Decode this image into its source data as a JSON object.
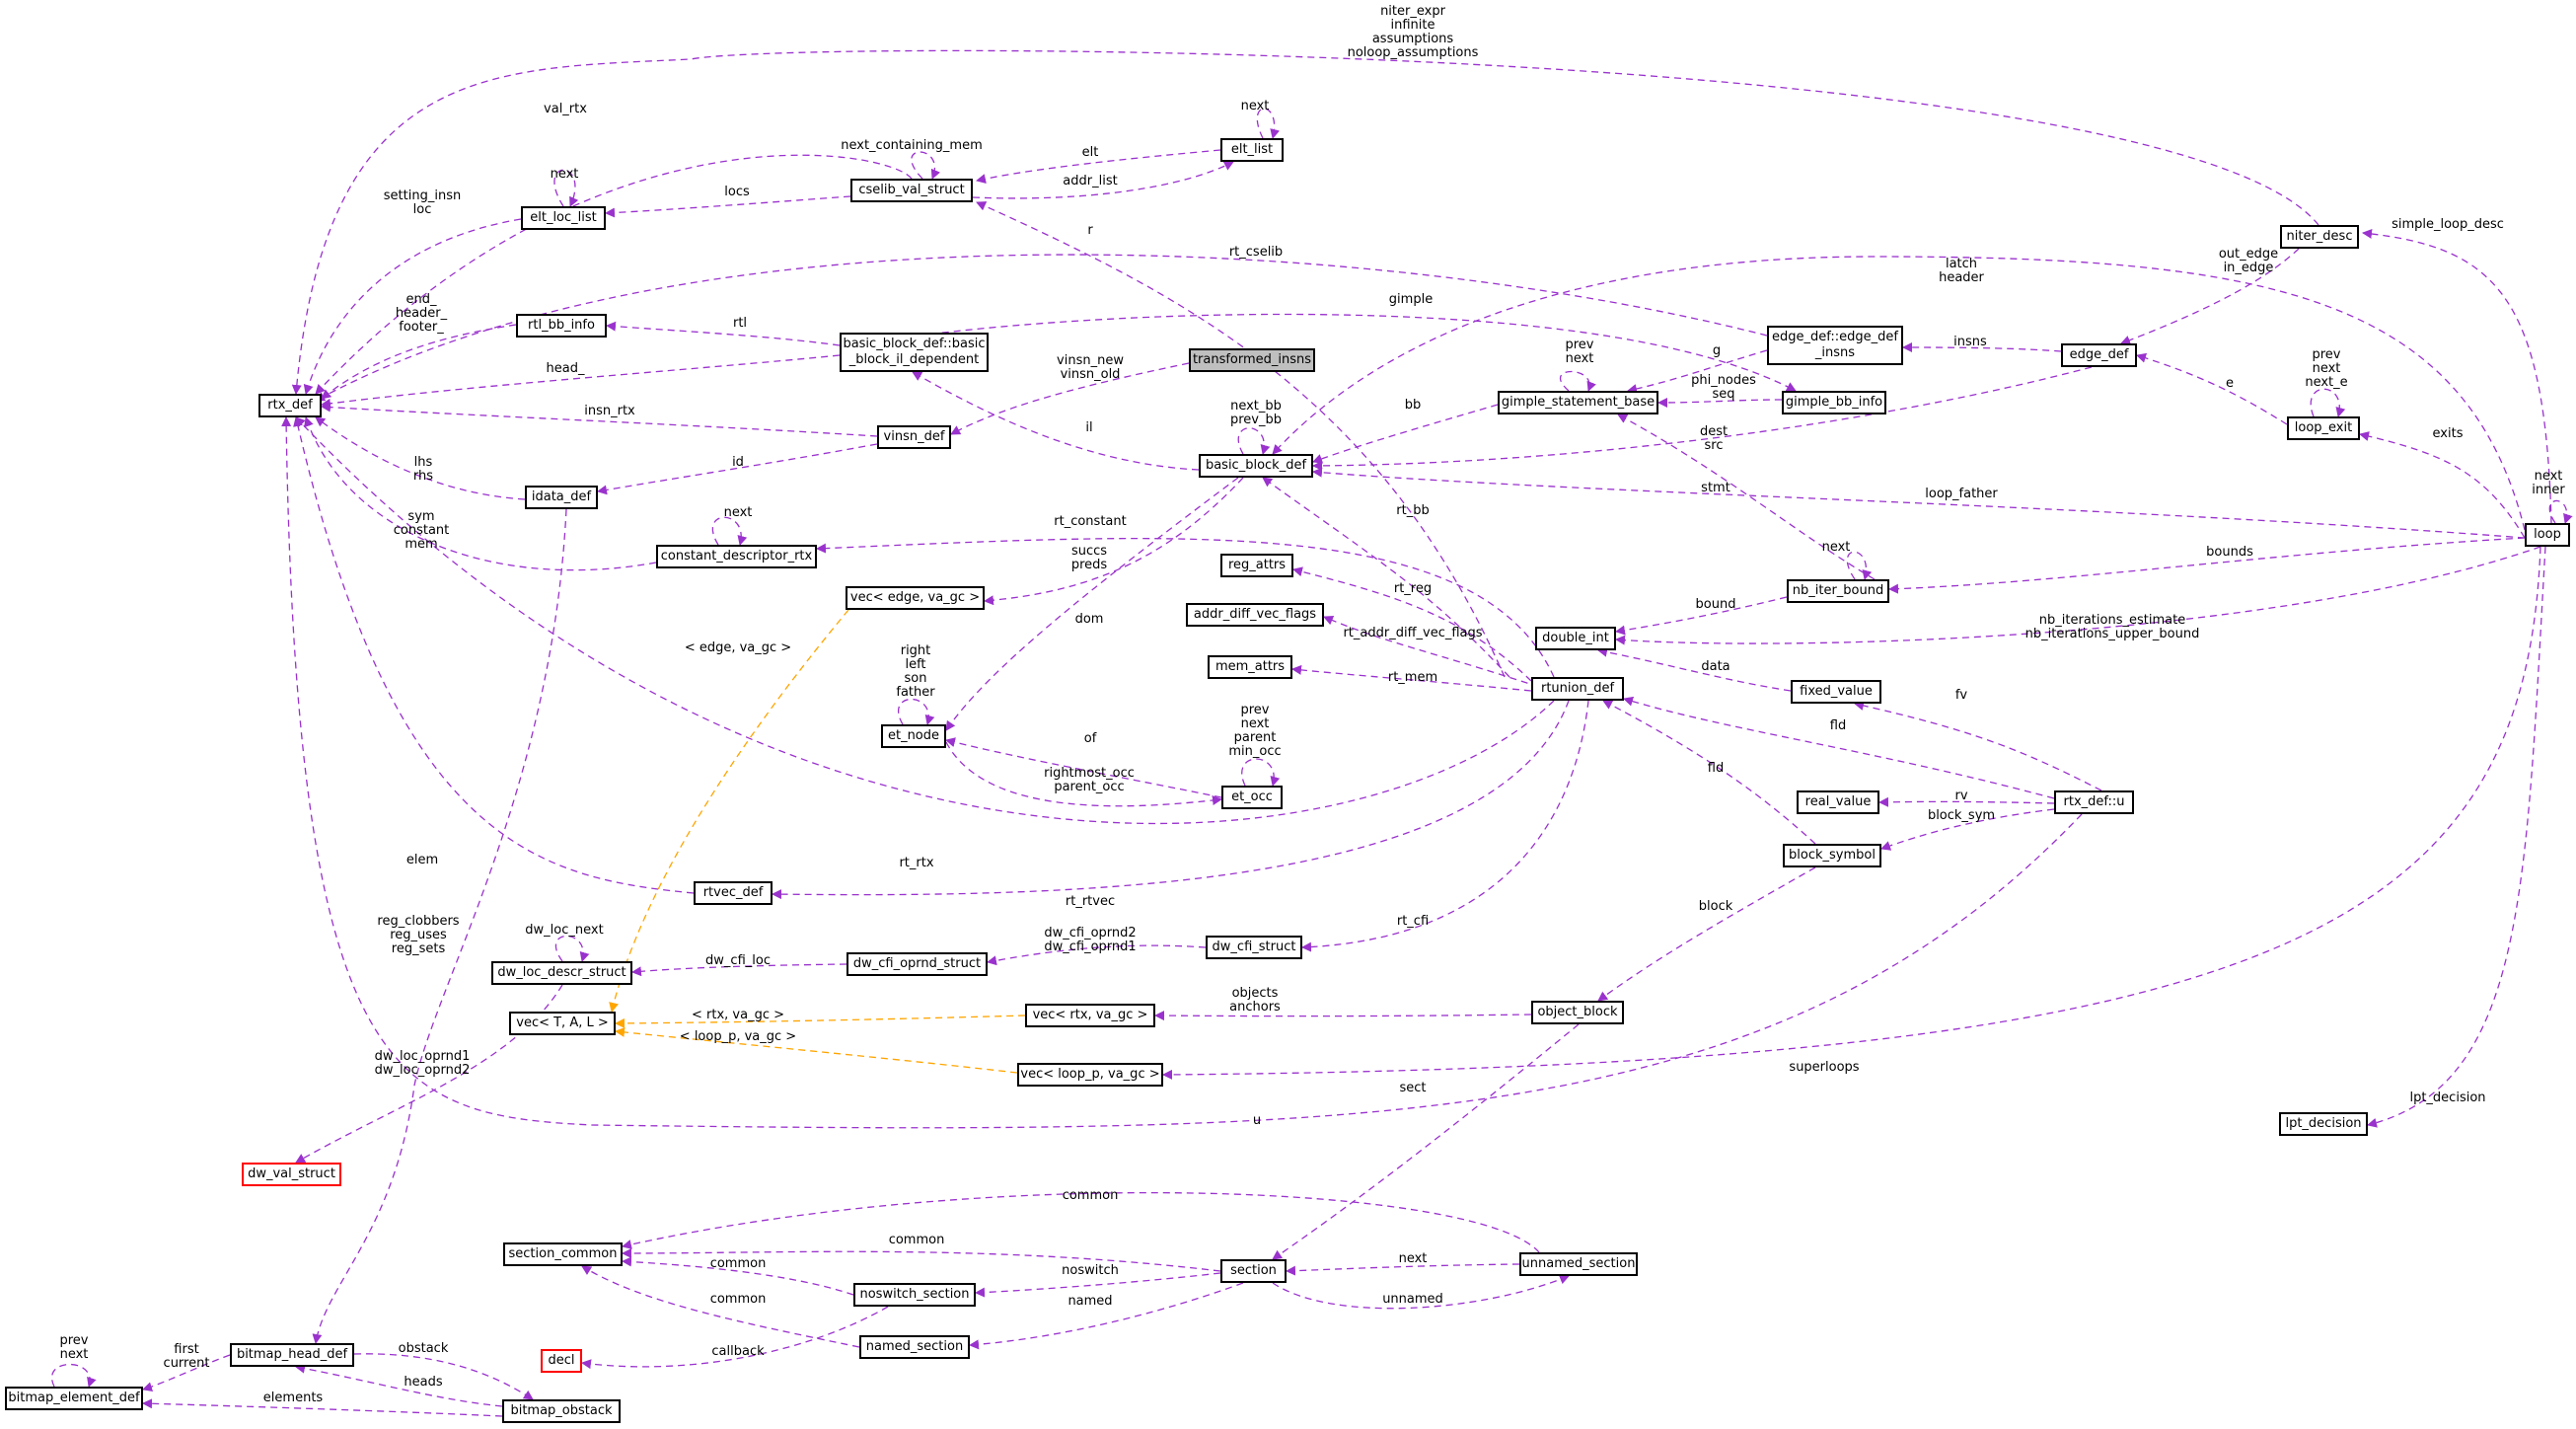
{
  "diagram": {
    "colors": {
      "edge_purple": "#9a32cd",
      "edge_orange": "#ffa500",
      "node_border": "#000000",
      "node_border_red": "#ff0000",
      "node_fill_gray": "#bfbfbf"
    },
    "nodes": {
      "transformed_insns": "transformed_insns",
      "rtx_def": "rtx_def",
      "elt_loc_list": "elt_loc_list",
      "cselib_val_struct": "cselib_val_struct",
      "elt_list": "elt_list",
      "rtl_bb_info": "rtl_bb_info",
      "basic_block_def_il": "basic_block_def::basic\n_block_il_dependent",
      "vinsn_def": "vinsn_def",
      "idata_def": "idata_def",
      "constant_descriptor_rtx": "constant_descriptor_rtx",
      "basic_block_def": "basic_block_def",
      "gimple_statement_base": "gimple_statement_base",
      "gimple_bb_info": "gimple_bb_info",
      "edge_def_insns": "edge_def::edge_def\n_insns",
      "edge_def": "edge_def",
      "niter_desc": "niter_desc",
      "loop_exit": "loop_exit",
      "loop": "loop",
      "vec_edge": "vec< edge, va_gc >",
      "reg_attrs": "reg_attrs",
      "addr_diff_vec_flags": "addr_diff_vec_flags",
      "mem_attrs": "mem_attrs",
      "nb_iter_bound": "nb_iter_bound",
      "double_int": "double_int",
      "fixed_value": "fixed_value",
      "rtunion_def": "rtunion_def",
      "et_node": "et_node",
      "et_occ": "et_occ",
      "real_value": "real_value",
      "rtx_def_u": "rtx_def::u",
      "block_symbol": "block_symbol",
      "rtvec_def": "rtvec_def",
      "dw_loc_descr_struct": "dw_loc_descr_struct",
      "dw_cfi_oprnd_struct": "dw_cfi_oprnd_struct",
      "dw_cfi_struct": "dw_cfi_struct",
      "object_block": "object_block",
      "vec_T_A_L": "vec< T, A, L >",
      "vec_rtx": "vec< rtx, va_gc >",
      "vec_loop_p": "vec< loop_p, va_gc >",
      "lpt_decision": "lpt_decision",
      "dw_val_struct": "dw_val_struct",
      "section_common": "section_common",
      "section": "section",
      "unnamed_section": "unnamed_section",
      "noswitch_section": "noswitch_section",
      "named_section": "named_section",
      "decl": "decl",
      "bitmap_head_def": "bitmap_head_def",
      "bitmap_element_def": "bitmap_element_def",
      "bitmap_obstack": "bitmap_obstack"
    },
    "labels": {
      "niter_expr": "niter_expr\ninfinite\nassumptions\nnoloop_assumptions",
      "val_rtx": "val_rtx",
      "next_containing_mem": "next_containing_mem",
      "next_elt_list": "next",
      "elt": "elt",
      "addr_list": "addr_list",
      "next_elt_loc": "next",
      "setting_insn": "setting_insn\nloc",
      "locs": "locs",
      "r": "r",
      "rt_cselib": "rt_cselib",
      "latch_header": "latch\nheader",
      "simple_loop_desc": "simple_loop_desc",
      "out_edge": "out_edge\nin_edge",
      "gimple": "gimple",
      "end_header": "end_\nheader_\nfooter_",
      "rtl": "rtl",
      "g": "g",
      "insns": "insns",
      "prev_next_gimple": "prev\nnext",
      "prev_next_loopexit": "prev\nnext\nnext_e",
      "e": "e",
      "vinsn_new": "vinsn_new\nvinsn_old",
      "phi_nodes": "phi_nodes\nseq",
      "head": "head_",
      "next_bb": "next_bb\nprev_bb",
      "bb": "bb",
      "insn_rtx": "insn_rtx",
      "il": "il",
      "dest_src": "dest\nsrc",
      "exits": "exits",
      "next_inner": "next\ninner",
      "id": "id",
      "lhs_rhs": "lhs\nrhs",
      "stmt": "stmt",
      "loop_father": "loop_father",
      "next_const": "next",
      "rt_constant": "rt_constant",
      "sym_constant": "sym\nconstant\nmem",
      "rt_bb": "rt_bb",
      "next_nb": "next",
      "bounds": "bounds",
      "succs_preds": "succs\npreds",
      "rt_reg": "rt_reg",
      "bound": "bound",
      "nb_iterations": "nb_iterations_estimate\nnb_iterations_upper_bound",
      "edge_va_gc": "< edge, va_gc >",
      "rt_addr_diff": "rt_addr_diff_vec_flags",
      "dom": "dom",
      "right_left": "right\nleft\nson\nfather",
      "data": "data",
      "rt_mem": "rt_mem",
      "fv": "fv",
      "prev_next_etocc": "prev\nnext\nparent\nmin_occ",
      "of": "of",
      "fld_1": "fld",
      "fld_2": "fld",
      "rightmost_occ": "rightmost_occ\nparent_occ",
      "rv": "rv",
      "block_sym": "block_sym",
      "elem": "elem",
      "rt_rtx": "rt_rtx",
      "rt_rtvec": "rt_rtvec",
      "block": "block",
      "reg_clobbers": "reg_clobbers\nreg_uses\nreg_sets",
      "dw_loc_next": "dw_loc_next",
      "dw_cfi_loc": "dw_cfi_loc",
      "dw_cfi_oprnd": "dw_cfi_oprnd2\ndw_cfi_oprnd1",
      "rt_cfi": "rt_cfi",
      "objects_anchors": "objects\nanchors",
      "rtx_va_gc": "< rtx, va_gc >",
      "loop_p_va_gc": "< loop_p, va_gc >",
      "dw_loc_oprnd": "dw_loc_oprnd1\ndw_loc_oprnd2",
      "superloops": "superloops",
      "sect": "sect",
      "u": "u",
      "lpt_decision_lbl": "lpt_decision",
      "common_1": "common",
      "common_2": "common",
      "common_3": "common",
      "common_4": "common",
      "next_sect": "next",
      "noswitch": "noswitch",
      "named": "named",
      "unnamed": "unnamed",
      "callback": "callback",
      "prev_next_bitmap": "prev\nnext",
      "first_current": "first\ncurrent",
      "obstack": "obstack",
      "heads": "heads",
      "elements": "elements"
    }
  }
}
